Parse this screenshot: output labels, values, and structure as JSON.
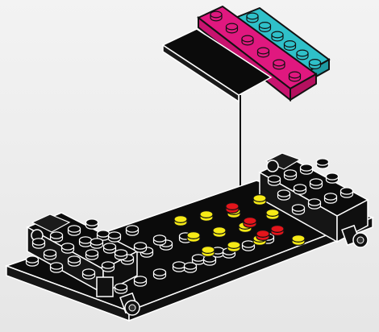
{
  "illustration": {
    "subject": "lego-build-step",
    "colors": {
      "background": "#ececec",
      "black_brick": "#0b0b0b",
      "outline": "#ffffff",
      "stud_red": "#e3151b",
      "stud_yellow": "#f6ea17",
      "plate_magenta": "#e0187f",
      "plate_cyan": "#2fc0c9",
      "guide_line": "#111111"
    },
    "parts": {
      "magenta_plate": {
        "color": "magenta",
        "studs": 6
      },
      "cyan_plate": {
        "color": "cyan",
        "studs": 6
      },
      "black_tile": {
        "color": "black"
      },
      "red_studs": 4,
      "yellow_studs": 12
    }
  }
}
